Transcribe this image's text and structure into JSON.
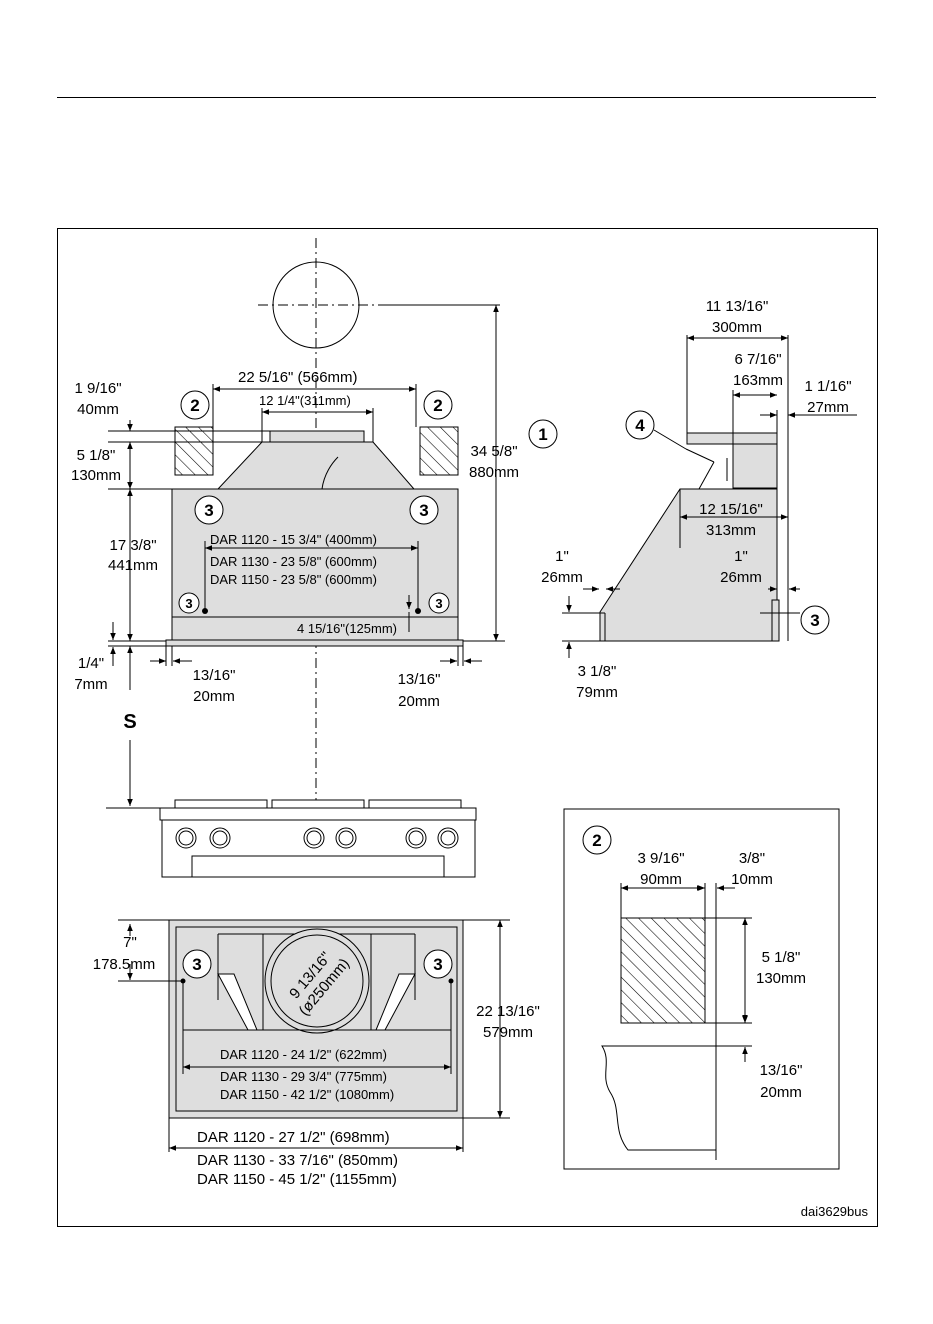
{
  "colors": {
    "housing": "#dedede",
    "ink": "#000000"
  },
  "callouts": {
    "n1": "1",
    "n2": "2",
    "n3": "3",
    "n4": "4"
  },
  "front": {
    "d_top_w_in": "22 5/16\" (566mm)",
    "d_collar_in": "12 1/4\"(311mm)",
    "d_h1_in": "1 9/16\"",
    "d_h1_mm": "40mm",
    "d_h2_in": "5 1/8\"",
    "d_h2_mm": "130mm",
    "d_h3_in": "17 3/8\"",
    "d_h3_mm": "441mm",
    "d_h4_in": "1/4\"",
    "d_h4_mm": "7mm",
    "d_total_in": "34 5/8\"",
    "d_total_mm": "880mm",
    "model_1": "DAR 1120 - 15 3/4\" (400mm)",
    "model_2": "DAR 1130 - 23 5/8\" (600mm)",
    "model_3": "DAR 1150 - 23 5/8\" (600mm)",
    "d_hole_in": "4 15/16\"(125mm)",
    "d_side_l_in": "13/16\"",
    "d_side_l_mm": "20mm",
    "d_side_r_in": "13/16\"",
    "d_side_r_mm": "20mm",
    "s_label": "S"
  },
  "side": {
    "d_depth_in": "11 13/16\"",
    "d_depth_mm": "300mm",
    "d_d2_in": "6 7/16\"",
    "d_d2_mm": "163mm",
    "d_d3_in": "1 1/16\"",
    "d_d3_mm": "27mm",
    "d_d4_in": "12 15/16\"",
    "d_d4_mm": "313mm",
    "d_l1_in": "1\"",
    "d_l1_mm": "26mm",
    "d_r1_in": "1\"",
    "d_r1_mm": "26mm",
    "d_h_in": "3 1/8\"",
    "d_h_mm": "79mm"
  },
  "bottom": {
    "d_7_in": "7\"",
    "d_7_mm": "178.5mm",
    "d_duct_in": "9 13/16\"",
    "d_duct_mm": "(ø250mm)",
    "d_depth_in": "22 13/16\"",
    "d_depth_mm": "579mm",
    "holes_1": "DAR 1120 - 24 1/2\" (622mm)",
    "holes_2": "DAR 1130 - 29 3/4\" (775mm)",
    "holes_3": "DAR 1150 - 42 1/2\" (1080mm)",
    "width_1": "DAR 1120 - 27 1/2\" (698mm)",
    "width_2": "DAR 1130 - 33 7/16\" (850mm)",
    "width_3": "DAR 1150 - 45 1/2\" (1155mm)"
  },
  "detail": {
    "d_w_in": "3 9/16\"",
    "d_w_mm": "90mm",
    "d_g_in": "3/8\"",
    "d_g_mm": "10mm",
    "d_h_in": "5 1/8\"",
    "d_h_mm": "130mm",
    "d_v_in": "13/16\"",
    "d_v_mm": "20mm"
  },
  "figure_code": "dai3629bus"
}
